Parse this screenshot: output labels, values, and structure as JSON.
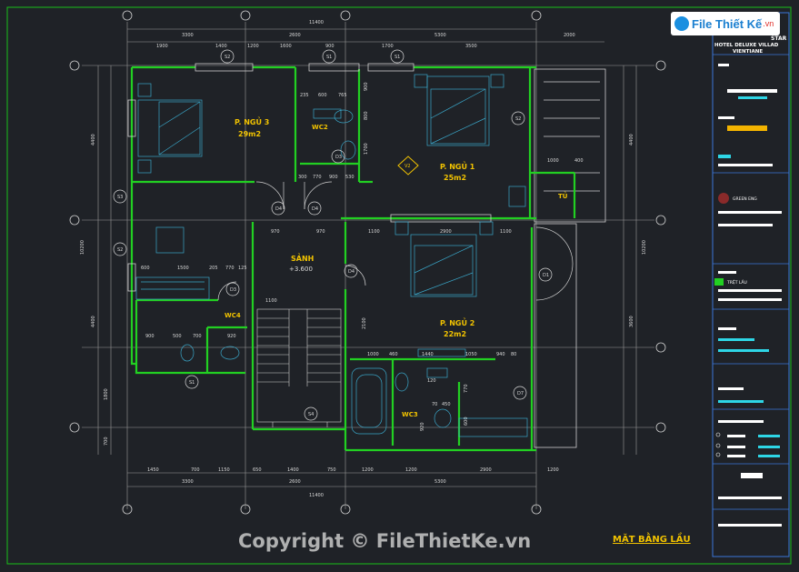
{
  "logo": {
    "brand": "File Thiết Kế",
    "tld": ".vn"
  },
  "title_block": {
    "project_lines": [
      "STAR",
      "HOTEL DELUXE VILLAD",
      "VIENTIANE"
    ],
    "company": "GREEN ENG",
    "drawing_label": "TRỆT LẦU"
  },
  "drawing": {
    "title": "MẶT BẰNG LẦU",
    "overall_width": "11400",
    "rooms": [
      {
        "id": "bed3",
        "name": "P. NGỦ 3",
        "area": "29m2"
      },
      {
        "id": "bed1",
        "name": "P. NGỦ 1",
        "area": "25m2"
      },
      {
        "id": "bed2",
        "name": "P. NGỦ 2",
        "area": "22m2"
      },
      {
        "id": "hall",
        "name": "SẢNH",
        "level": "+3.600"
      },
      {
        "id": "wc2a",
        "name": "WC2"
      },
      {
        "id": "wc4",
        "name": "WC4"
      },
      {
        "id": "wc3",
        "name": "WC3"
      },
      {
        "id": "closet",
        "name": "TỦ"
      }
    ],
    "top_dims_outer": [
      "3300",
      "2600",
      "5300",
      "2000"
    ],
    "top_dims_inner": [
      "1900",
      "1400",
      "1200",
      "1600",
      "900",
      "1700",
      "3500"
    ],
    "bottom_dims_inner": [
      "1450",
      "700",
      "1150",
      "650",
      "1400",
      "750",
      "1200",
      "1200",
      "2900",
      "1200"
    ],
    "bottom_dims_outer": [
      "3300",
      "2600",
      "5300"
    ],
    "left_dims": [
      "4400",
      "10200",
      "4400",
      "1800",
      "700"
    ],
    "right_dims": [
      "4400",
      "10200",
      "3600"
    ],
    "inner_dims": [
      "235",
      "600",
      "765",
      "900",
      "800",
      "1700",
      "300",
      "770",
      "900",
      "530",
      "970",
      "970",
      "1100",
      "1100",
      "2900",
      "1100",
      "600",
      "1500",
      "205",
      "770",
      "125",
      "900",
      "500",
      "700",
      "920",
      "1000",
      "460",
      "1440",
      "1050",
      "940",
      "80",
      "120",
      "70",
      "450",
      "920",
      "600",
      "770",
      "2100",
      "1000",
      "400"
    ],
    "markers": [
      "S1",
      "S1",
      "S1",
      "S2",
      "S2",
      "S2",
      "S3",
      "S4",
      "D1",
      "D3",
      "D3",
      "D4",
      "D4",
      "D4",
      "V2",
      "D7"
    ]
  },
  "watermark": "Copyright © FileThietKe.vn",
  "colors": {
    "background": "#1f2227",
    "wall": "#22d022",
    "dimension": "#e6e6e6",
    "furniture": "#3aa6c8",
    "label": "#f2c300",
    "frame": "#18c018",
    "title_block": "#3b76d8"
  }
}
